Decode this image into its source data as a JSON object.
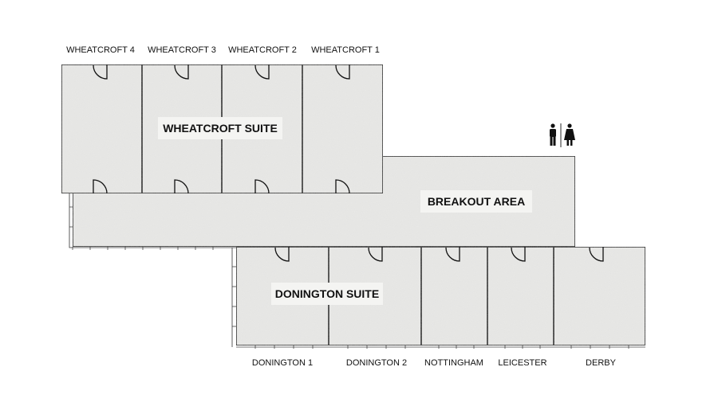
{
  "floorplan": {
    "colors": {
      "floor": "#e9e9e7",
      "wall": "#111111",
      "label_box": "#f4f4f2",
      "background": "#ffffff"
    },
    "top_rooms": [
      "WHEATCROFT 4",
      "WHEATCROFT 3",
      "WHEATCROFT 2",
      "WHEATCROFT 1"
    ],
    "bottom_rooms": [
      "DONINGTON 1",
      "DONINGTON 2",
      "NOTTINGHAM",
      "LEICESTER",
      "DERBY"
    ],
    "areas": {
      "wheatcroft_suite": "WHEATCROFT SUITE",
      "breakout_area": "BREAKOUT AREA",
      "donington_suite": "DONINGTON SUITE"
    },
    "icons": {
      "toilets": [
        "male-toilet-icon",
        "female-toilet-icon"
      ]
    }
  }
}
